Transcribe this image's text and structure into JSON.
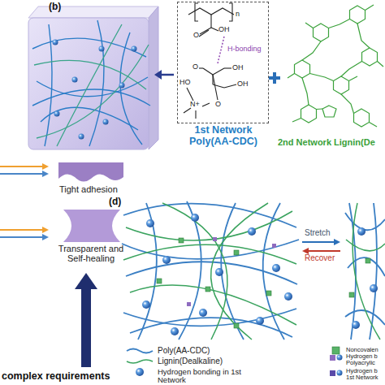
{
  "diagram": {
    "nodes": [
      {
        "text": [
          "1st Network Poly(AA-CDC)"
        ]
      }
    ],
    "labels": [
      "(b)",
      "n",
      "OH",
      "O",
      "H-bonding",
      "O",
      "OH",
      "HO",
      "OH",
      "N+",
      "O",
      "2nd Network Lignin(De",
      "Tight adhesion",
      "Transparent and Self-healing",
      "complex requirements",
      "(d)",
      "Stretch",
      "Recover"
    ],
    "legend": [
      {
        "text": "Poly(AA-CDC)"
      },
      {
        "text": "Lignin(Dealkaline)"
      },
      {
        "text": "Hydrogen bonding in 1st Network"
      },
      {
        "text": "Noncovalen"
      },
      {
        "text": "Hydrogen b Polyacrylic"
      },
      {
        "text": "Hydrogen b 1st Network"
      }
    ]
  }
}
